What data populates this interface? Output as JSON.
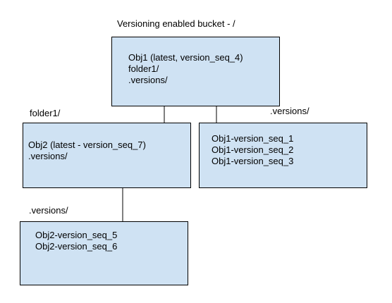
{
  "title": "Versioning enabled bucket - /",
  "root": {
    "lines": [
      "Obj1 (latest, version_seq_4)",
      "folder1/",
      ".versions/"
    ]
  },
  "folder1": {
    "label": "folder1/",
    "lines": [
      "Obj2 (latest - version_seq_7)",
      ".versions/"
    ]
  },
  "root_versions": {
    "label": ".versions/",
    "lines": [
      "Obj1-version_seq_1",
      "Obj1-version_seq_2",
      "Obj1-version_seq_3"
    ]
  },
  "folder1_versions": {
    "label": ".versions/",
    "lines": [
      "Obj2-version_seq_5",
      "Obj2-version_seq_6"
    ]
  }
}
